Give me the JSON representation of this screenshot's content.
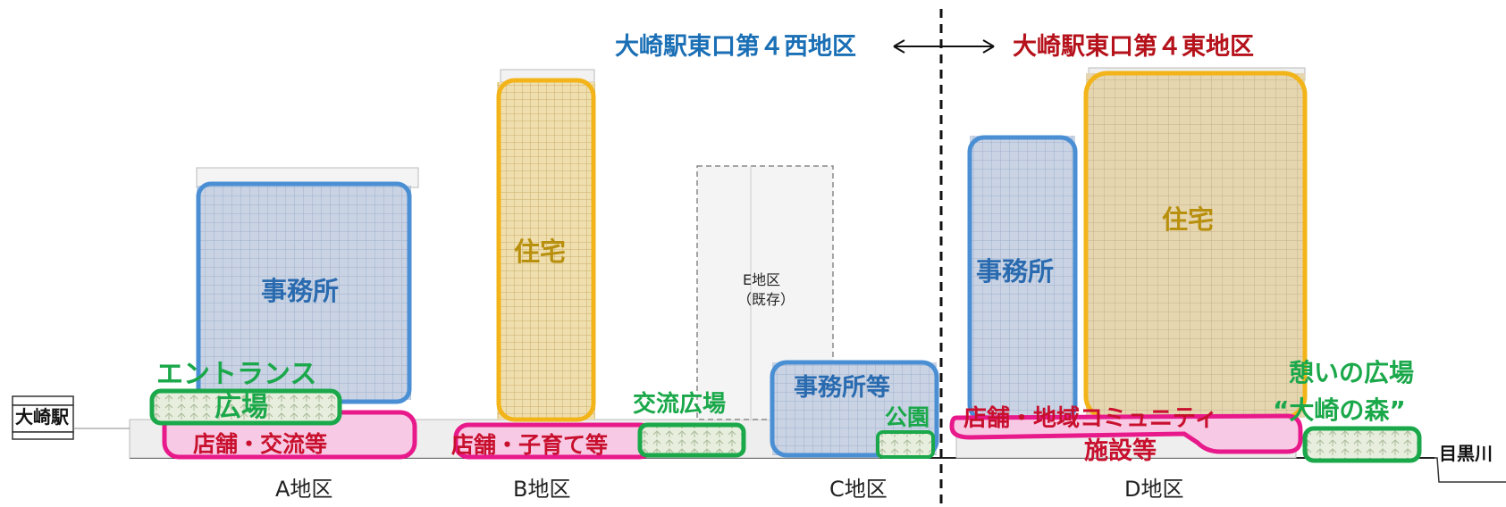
{
  "header": {
    "west_title": "大崎駅東口第４西地区",
    "east_title": "大崎駅東口第４東地区"
  },
  "districts": {
    "a": "A地区",
    "b": "B地区",
    "c": "C地区",
    "d": "D地区",
    "e_line1": "E地区",
    "e_line2": "（既存）"
  },
  "labels": {
    "station": "大崎駅",
    "river": "目黒川",
    "a_office": "事務所",
    "a_plaza_line1": "エントランス",
    "a_plaza_line2": "広場",
    "a_shops": "店舗・交流等",
    "b_housing": "住宅",
    "b_shops": "店舗・子育て等",
    "exchange_plaza": "交流広場",
    "c_office": "事務所等",
    "c_park": "公園",
    "d_office": "事務所",
    "d_housing": "住宅",
    "d_shops_line1": "店舗・地域コミュニティ",
    "d_shops_line2": "施設等",
    "d_plaza_line1": "憩いの広場",
    "d_plaza_line2": "“大崎の森”"
  },
  "colors": {
    "office": "#4a8fd4",
    "housing": "#f2b418",
    "retail": "#e8198b",
    "plaza": "#1aa84a",
    "west_title": "#1a6fb5",
    "east_title": "#b5121b"
  }
}
